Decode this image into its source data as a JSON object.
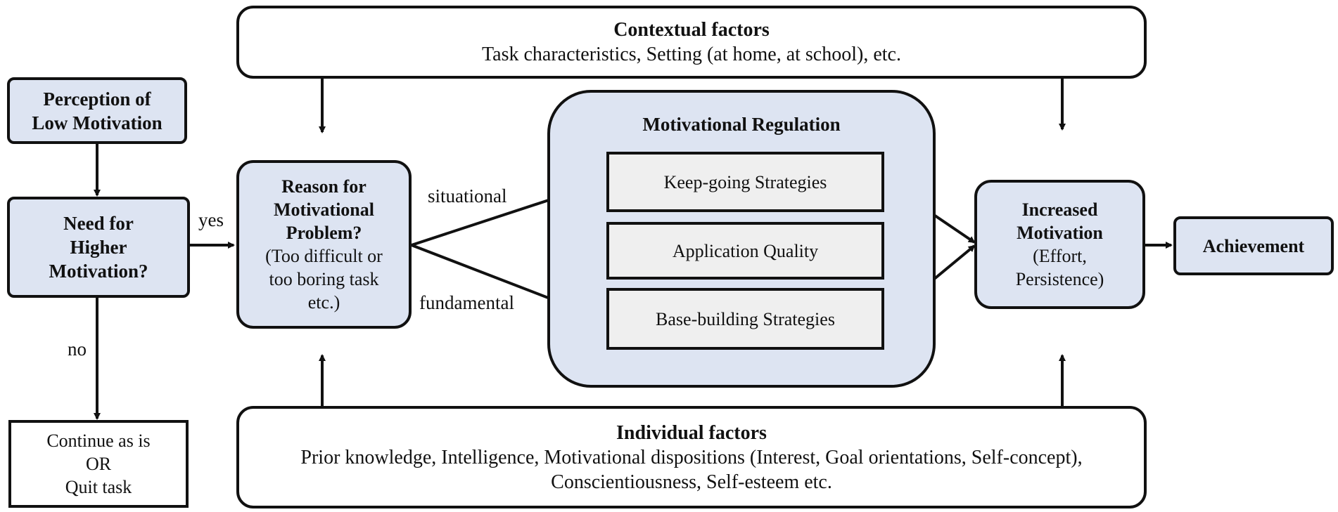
{
  "contextual": {
    "title": "Contextual factors",
    "text": "Task characteristics, Setting (at home, at school), etc."
  },
  "perception": {
    "line1": "Perception of",
    "line2": "Low Motivation"
  },
  "need": {
    "line1": "Need for",
    "line2": "Higher",
    "line3": "Motivation?"
  },
  "continue_box": {
    "line1": "Continue as is",
    "line2": "OR",
    "line3": "Quit task"
  },
  "reason": {
    "line1": "Reason for",
    "line2": "Motivational",
    "line3": "Problem?",
    "line4": "(Too difficult or",
    "line5": "too boring task",
    "line6": "etc.)"
  },
  "regulation": {
    "title": "Motivational Regulation",
    "keep_going": "Keep-going Strategies",
    "application": "Application Quality",
    "base_building": "Base-building Strategies"
  },
  "increased": {
    "line1": "Increased",
    "line2": "Motivation",
    "line3": "(Effort,",
    "line4": "Persistence)"
  },
  "achievement": "Achievement",
  "individual": {
    "title": "Individual factors",
    "line1": "Prior knowledge, Intelligence, Motivational dispositions (Interest, Goal orientations, Self-concept),",
    "line2": "Conscientiousness, Self-esteem etc."
  },
  "edge_labels": {
    "yes": "yes",
    "no": "no",
    "situational": "situational",
    "fundamental": "fundamental"
  },
  "colors": {
    "node_fill": "#dde4f2",
    "strategy_fill": "#efefef",
    "stroke": "#111111"
  }
}
